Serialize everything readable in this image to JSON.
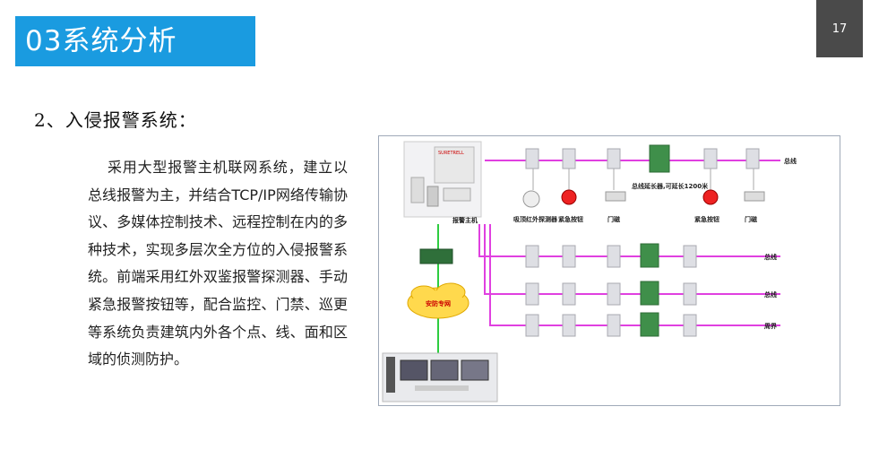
{
  "slide": {
    "title": "03系统分析",
    "page_number": "17",
    "heading": "2、入侵报警系统：",
    "paragraph": "采用大型报警主机联网系统，建立以总线报警为主，并结合TCP/IP网络传输协议、多媒体控制技术、远程控制在内的多种技术，实现多层次全方位的入侵报警系统。前端采用红外双鉴报警探测器、手动紧急报警按钮等，配合监控、门禁、巡更等系统负责建筑内外各个点、线、面和区域的侦测防护。"
  },
  "diagram": {
    "panel_brand": "SURETRELL",
    "host_label": "报警主机",
    "network_label": "安防专网",
    "bus_labels": [
      "总线",
      "总线",
      "总线",
      "周界"
    ],
    "device_labels": {
      "detector": "吸顶红外探测器",
      "emergency_button": "紧急按钮",
      "door_contact": "门磁",
      "extender": "总线延长器,可延长1200米"
    },
    "colors": {
      "bus_line": "#e040e0",
      "network_line": "#2ecc40",
      "title_bg": "#1a9be0"
    }
  }
}
